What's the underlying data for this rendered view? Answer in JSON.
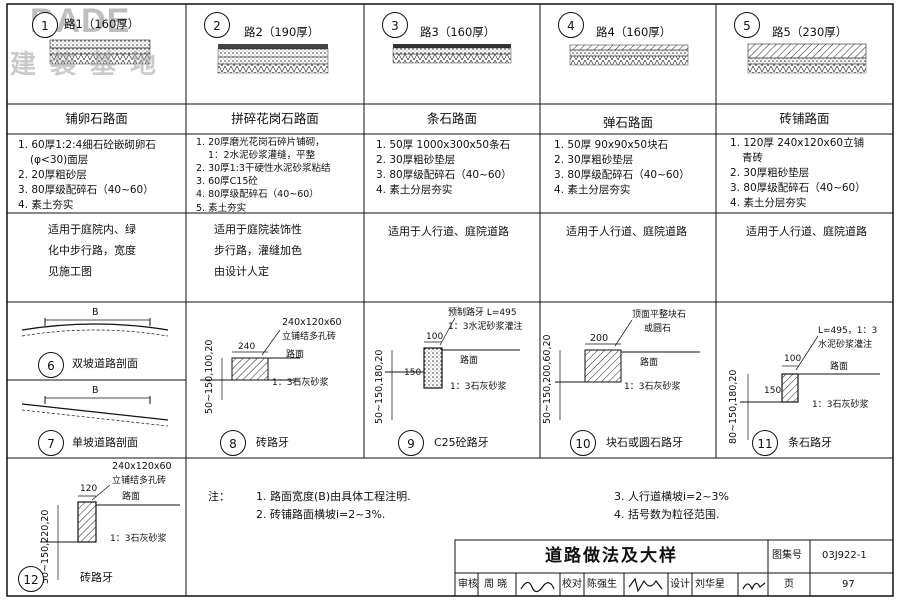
{
  "watermark": {
    "brand": "BADE",
    "chinese": "建装基地"
  },
  "sections": [
    {
      "num": "1",
      "thickness": "路1（160厚）",
      "name": "铺卵石路面",
      "layers": [
        "1. 60厚1:2:4细石砼嵌砌卵石",
        "(φ<30)面层",
        "2. 20厚粗砂层",
        "3. 80厚级配碎石（40~60）",
        "4. 素土夯实"
      ],
      "usage": [
        "适用于庭院内、绿",
        "化中步行路，宽度",
        "见施工图"
      ]
    },
    {
      "num": "2",
      "thickness": "路2（190厚）",
      "name": "拼碎花岗石路面",
      "layers": [
        "1. 20厚磨光花岗石碎片铺砌，",
        "1：2水泥砂浆灌缝，平整",
        "2. 30厚1:3干硬性水泥砂浆粘结",
        "3. 60厚C15砼",
        "4. 80厚级配碎石（40~60）",
        "5. 素土夯实"
      ],
      "usage": [
        "适用于庭院装饰性",
        "步行路，灌缝加色",
        "由设计人定"
      ]
    },
    {
      "num": "3",
      "thickness": "路3（160厚）",
      "name": "条石路面",
      "layers": [
        "1. 50厚 1000x300x50条石",
        "2. 30厚粗砂垫层",
        "3. 80厚级配碎石（40~60）",
        "4. 素土分层夯实"
      ],
      "usage": [
        "适用于人行道、庭院道路"
      ]
    },
    {
      "num": "4",
      "thickness": "路4（160厚）",
      "name": "弹石路面",
      "layers": [
        "1. 50厚 90x90x50块石",
        "2. 30厚粗砂垫层",
        "3. 80厚级配碎石（40~60）",
        "4. 素土分层夯实"
      ],
      "usage": [
        "适用于人行道、庭院道路"
      ]
    },
    {
      "num": "5",
      "thickness": "路5（230厚）",
      "name": "砖铺路面",
      "layers": [
        "1. 120厚 240x120x60立铺",
        "青砖",
        "2. 30厚粗砂垫层",
        "3. 80厚级配碎石（40~60）",
        "4. 素土分层夯实"
      ],
      "usage": [
        "适用于人行道、庭院道路"
      ]
    }
  ],
  "details": {
    "d6": {
      "num": "6",
      "caption": "双坡道路剖面",
      "b": "B"
    },
    "d7": {
      "num": "7",
      "caption": "单坡道路剖面",
      "b": "B"
    },
    "d8": {
      "num": "8",
      "caption": "砖路牙",
      "note1": "240x120x60",
      "note2": "立铺结多孔砖",
      "dim_w": "240",
      "road": "路面",
      "mortar": "1：3石灰砂浆",
      "dims_v": "50~150,100,20"
    },
    "d9": {
      "num": "9",
      "caption": "C25砼路牙",
      "note1": "预制路牙 L=495",
      "note2": "1：3水泥砂浆灌注",
      "dim_w": "100",
      "dim_150": "150",
      "road": "路面",
      "mortar": "1：3石灰砂浆",
      "dims_v": "50~150,180,20"
    },
    "d10": {
      "num": "10",
      "caption": "块石或圆石路牙",
      "note1": "顶面平整块石",
      "note2": "或圆石",
      "dim_w": "200",
      "road": "路面",
      "mortar": "1：3石灰砂浆",
      "dims_v": "50~150,200,60,20"
    },
    "d11": {
      "num": "11",
      "caption": "条石路牙",
      "note1": "L=495，1：3",
      "note2": "水泥砂浆灌注",
      "dim_w": "100",
      "dim_150": "150",
      "road": "路面",
      "mortar": "1：3石灰砂浆",
      "dims_v": "80~150,180,20"
    },
    "d12": {
      "num": "12",
      "caption": "砖路牙",
      "note1": "240x120x60",
      "note2": "立铺结多孔砖",
      "dim_w": "120",
      "road": "路面",
      "mortar": "1：3石灰砂浆",
      "dims_v": "50~150,220,20"
    }
  },
  "notes": {
    "label": "注：",
    "items": [
      "1.  路面宽度(B)由具体工程注明.",
      "2.  砖铺路面横坡i=2~3%.",
      "3.  人行道横坡i=2~3%",
      "4.  括号数为粒径范围."
    ]
  },
  "title_block": {
    "title": "道路做法及大样",
    "atlas_label": "图集号",
    "atlas_no": "03J922-1",
    "audit_label": "审核",
    "audit_name": "周 晓",
    "check_label": "校对",
    "check_name": "陈强生",
    "design_label": "设计",
    "design_name": "刘华星",
    "page_label": "页",
    "page_no": "97"
  }
}
